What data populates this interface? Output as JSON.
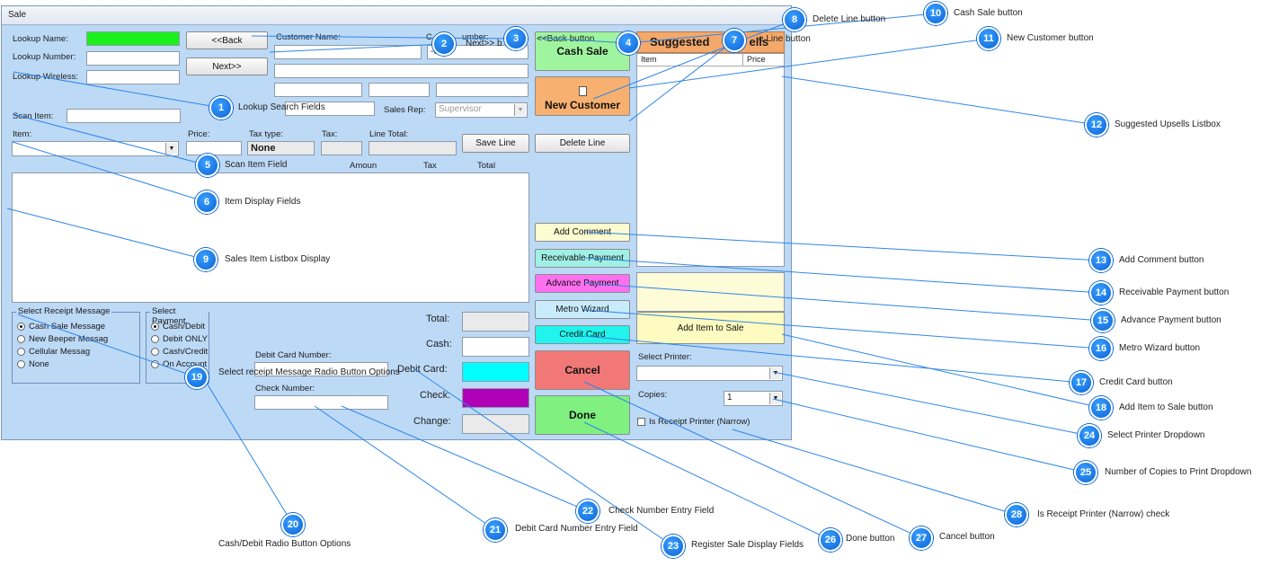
{
  "window": {
    "title": "Sale"
  },
  "lookup": {
    "name_label": "Lookup Name:",
    "number_label": "Lookup Number:",
    "wireless_label": "Lookup Wireless:",
    "name_color": "#1cf01c"
  },
  "nav": {
    "back": "<<Back",
    "next": "Next>>"
  },
  "customer": {
    "name_label": "Customer Name:",
    "number_label": "C",
    "number_label2": "umber:",
    "number_value": "-0",
    "number_value2": "1"
  },
  "sales_rep": {
    "label": "Sales Rep:",
    "value": "Supervisor"
  },
  "scan": {
    "label": "Scan Item:"
  },
  "item_row": {
    "item_label": "Item:",
    "price_label": "Price:",
    "taxtype_label": "Tax type:",
    "taxtype_value": "None",
    "tax_label": "Tax:",
    "linetotal_label": "Line Total:"
  },
  "buttons": {
    "save_line": "Save Line",
    "delete_line": "Delete Line",
    "cash_sale": "Cash Sale",
    "new_customer": "New Customer",
    "add_comment": "Add Comment",
    "receivable_payment": "Receivable Payment",
    "advance_payment": "Advance Payment",
    "metro_wizard": "Metro Wizard",
    "credit_card": "Credit Card",
    "cancel": "Cancel",
    "done": "Done",
    "add_item": "Add Item to Sale"
  },
  "colors": {
    "cash_sale": "#9ff59f",
    "new_customer": "#f7b070",
    "add_comment": "#fdfbd0",
    "receivable_payment": "#a0f0e6",
    "advance_payment": "#ff70f0",
    "metro_wizard": "#c8ecfc",
    "credit_card": "#20f4ec",
    "cancel": "#f27878",
    "done": "#80f080",
    "add_item": "#fdfbc0",
    "debit_card": "#00ffff",
    "check": "#b000b8"
  },
  "columns": {
    "amount": "Amoun",
    "tax": "Tax",
    "total": "Total"
  },
  "upsells": {
    "title": "Suggested",
    "title2": "ells",
    "col_item": "Item",
    "col_price": "Price"
  },
  "receipt_msg": {
    "title": "Select Receipt Message",
    "options": [
      "Cash Sale Message",
      "New Beeper Messag",
      "Cellular Messag",
      "None"
    ]
  },
  "payment": {
    "title": "Select Payment",
    "options": [
      "Cash/Debit",
      "Debit ONLY",
      "Cash/Credit",
      "On Account"
    ]
  },
  "debit_card_number_label": "Debit Card Number:",
  "check_number_label": "Check Number:",
  "totals": {
    "total": "Total:",
    "cash": "Cash:",
    "debit_card": "Debit Card:",
    "check": "Check:",
    "change": "Change:"
  },
  "printer": {
    "label": "Select Printer:",
    "copies_label": "Copies:",
    "copies_value": "1",
    "narrow_label": "Is Receipt Printer (Narrow)"
  },
  "overlay_text": {
    "back_button": "<<Back button",
    "next_button": "Next>> b",
    "line_button": "e Line button",
    "sch_fields": "Search Fields"
  },
  "callouts": [
    {
      "n": "1",
      "label": "Lookup Search Fields"
    },
    {
      "n": "2",
      "label": ""
    },
    {
      "n": "3",
      "label": ""
    },
    {
      "n": "4",
      "label": ""
    },
    {
      "n": "5",
      "label": "Scan Item Field"
    },
    {
      "n": "6",
      "label": "Item Display Fields"
    },
    {
      "n": "7",
      "label": ""
    },
    {
      "n": "8",
      "label": "Delete Line button"
    },
    {
      "n": "9",
      "label": "Sales Item Listbox Display"
    },
    {
      "n": "10",
      "label": "Cash Sale button"
    },
    {
      "n": "11",
      "label": "New Customer button"
    },
    {
      "n": "12",
      "label": "Suggested Upsells Listbox"
    },
    {
      "n": "13",
      "label": "Add Comment button"
    },
    {
      "n": "14",
      "label": "Receivable Payment button"
    },
    {
      "n": "15",
      "label": "Advance Payment button"
    },
    {
      "n": "16",
      "label": "Metro Wizard button"
    },
    {
      "n": "17",
      "label": "Credit Card button"
    },
    {
      "n": "18",
      "label": "Add Item to Sale button"
    },
    {
      "n": "19",
      "label": "Select receipt Message Radio Button Options"
    },
    {
      "n": "20",
      "label": "Cash/Debit Radio Button Options"
    },
    {
      "n": "21",
      "label": "Debit Card Number Entry Field"
    },
    {
      "n": "22",
      "label": "Check Number Entry Field"
    },
    {
      "n": "23",
      "label": "Register Sale Display Fields"
    },
    {
      "n": "24",
      "label": "Select Printer Dropdown"
    },
    {
      "n": "25",
      "label": "Number of Copies to Print Dropdown"
    },
    {
      "n": "26",
      "label": "Done button"
    },
    {
      "n": "27",
      "label": "Cancel button"
    },
    {
      "n": "28",
      "label": "Is Receipt Printer (Narrow) check"
    }
  ]
}
